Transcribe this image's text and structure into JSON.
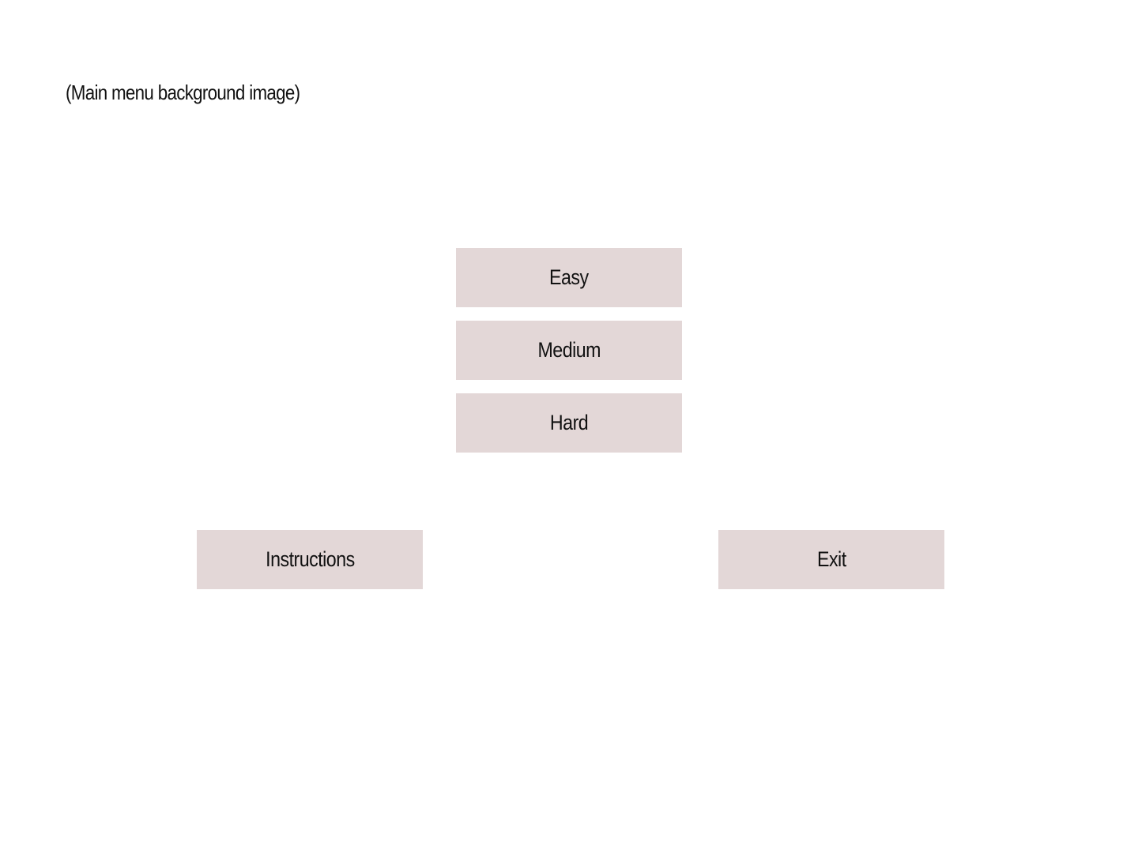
{
  "background": {
    "label": "(Main menu background image)"
  },
  "menu": {
    "difficulty": {
      "easy_label": "Easy",
      "medium_label": "Medium",
      "hard_label": "Hard"
    },
    "instructions_label": "Instructions",
    "exit_label": "Exit"
  },
  "colors": {
    "background": "#ffffff",
    "button_fill": "#e3d7d7",
    "text": "#111111"
  }
}
